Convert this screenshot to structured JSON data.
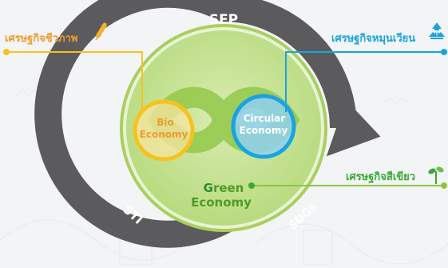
{
  "diagram": {
    "ring_labels": {
      "top": "SEP",
      "bottom_left": "STI",
      "bottom_right": "SDGs"
    },
    "circles": {
      "bio": {
        "line1": "Bio",
        "line2": "Economy",
        "color": "#f7c21c",
        "text_color": "#f29a2e"
      },
      "circular": {
        "line1": "Circular",
        "line2": "Economy",
        "color": "#1aa3e0",
        "text_color": "#ffffff"
      },
      "green": {
        "line1_first": "G",
        "line1_rest": "reen",
        "line2": "Economy",
        "color": "#8dc63f",
        "text_color": "#4d9b2a",
        "first_letter_color": "#2e8b2e"
      }
    },
    "callouts": {
      "bio": {
        "text": "เศรษฐกิจชีวภาพ",
        "color": "#f29a2e",
        "icon": "wheat-icon"
      },
      "circular": {
        "text": "เศรษฐกิจหมุนเวียน",
        "color": "#1aa3e0",
        "icon": "recycle-icon"
      },
      "green": {
        "text": "เศรษฐกิจสีเขียว",
        "color": "#3aaa35",
        "icon": "sprout-icon"
      }
    },
    "colors": {
      "ring": "#5b5b5e",
      "background": "#f2f4f6",
      "ring_text": "#ffffff"
    }
  }
}
